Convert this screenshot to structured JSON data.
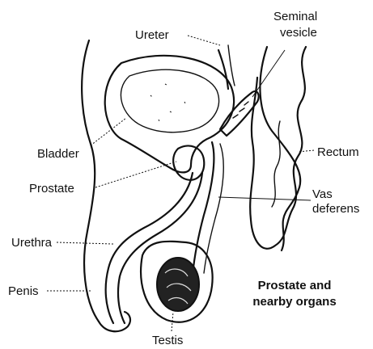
{
  "diagram": {
    "title_line1": "Prostate and",
    "title_line2": "nearby organs",
    "labels": {
      "ureter": "Ureter",
      "seminal_line1": "Seminal",
      "seminal_line2": "vesicle",
      "bladder": "Bladder",
      "rectum": "Rectum",
      "prostate": "Prostate",
      "vas_line1": "Vas",
      "vas_line2": "deferens",
      "urethra": "Urethra",
      "penis": "Penis",
      "testis": "Testis"
    }
  }
}
